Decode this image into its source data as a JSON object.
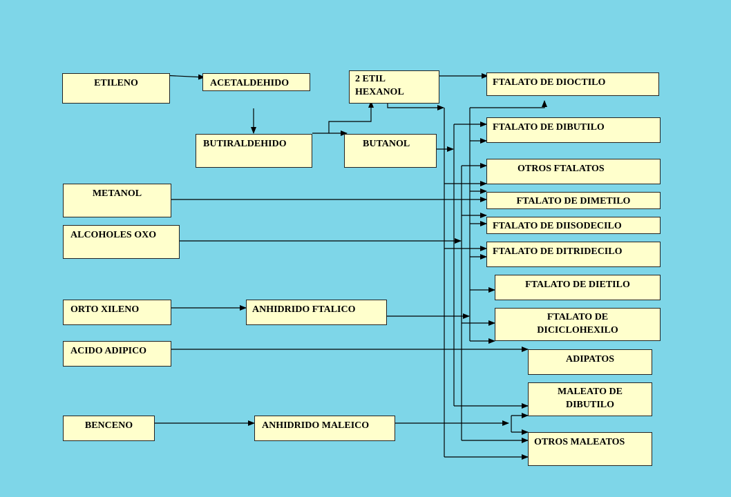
{
  "nodes": {
    "etileno": "ETILENO",
    "acetaldehido": "ACETALDEHIDO",
    "etil_hexanol": "2 ETIL HEXANOL",
    "ftalato_dioctilo": "FTALATO DE DIOCTILO",
    "butiraldehido": "BUTIRALDEHIDO",
    "butanol": "BUTANOL",
    "ftalato_dibutilo": "FTALATO DE DIBUTILO",
    "otros_ftalatos": "OTROS FTALATOS",
    "metanol": "METANOL",
    "ftalato_dimetilo": "FTALATO DE DIMETILO",
    "alcoholes_oxo": "ALCOHOLES OXO",
    "ftalato_diisodecilo": "FTALATO DE DIISODECILO",
    "ftalato_ditridecilo": "FTALATO DE DITRIDECILO",
    "ftalato_dietilo": "FTALATO DE DIETILO",
    "orto_xileno": "ORTO XILENO",
    "anhidrido_ftalico": "ANHIDRIDO FTALICO",
    "ftalato_diciclohexilo": "FTALATO DE DICICLOHEXILO",
    "acido_adipico": "ACIDO ADIPICO",
    "adipatos": "ADIPATOS",
    "maleato_dibutilo": "MALEATO DE DIBUTILO",
    "benceno": "BENCENO",
    "anhidrido_maleico": "ANHIDRIDO MALEICO",
    "otros_maleatos": "OTROS MALEATOS"
  }
}
